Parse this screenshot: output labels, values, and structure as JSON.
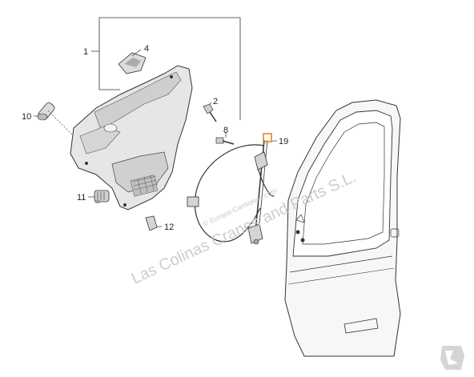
{
  "diagram": {
    "callouts": {
      "c1": "1",
      "c2": "2",
      "c4": "4",
      "c8": "8",
      "c10": "10",
      "c11": "11",
      "c12": "12",
      "c19": "19"
    },
    "watermark": {
      "main": "Las Colinas Cranes and Parts S.L.",
      "small": "© Europa-Camiones.com"
    },
    "highlight_color": "#e87a1c",
    "line_color": "#333333"
  }
}
